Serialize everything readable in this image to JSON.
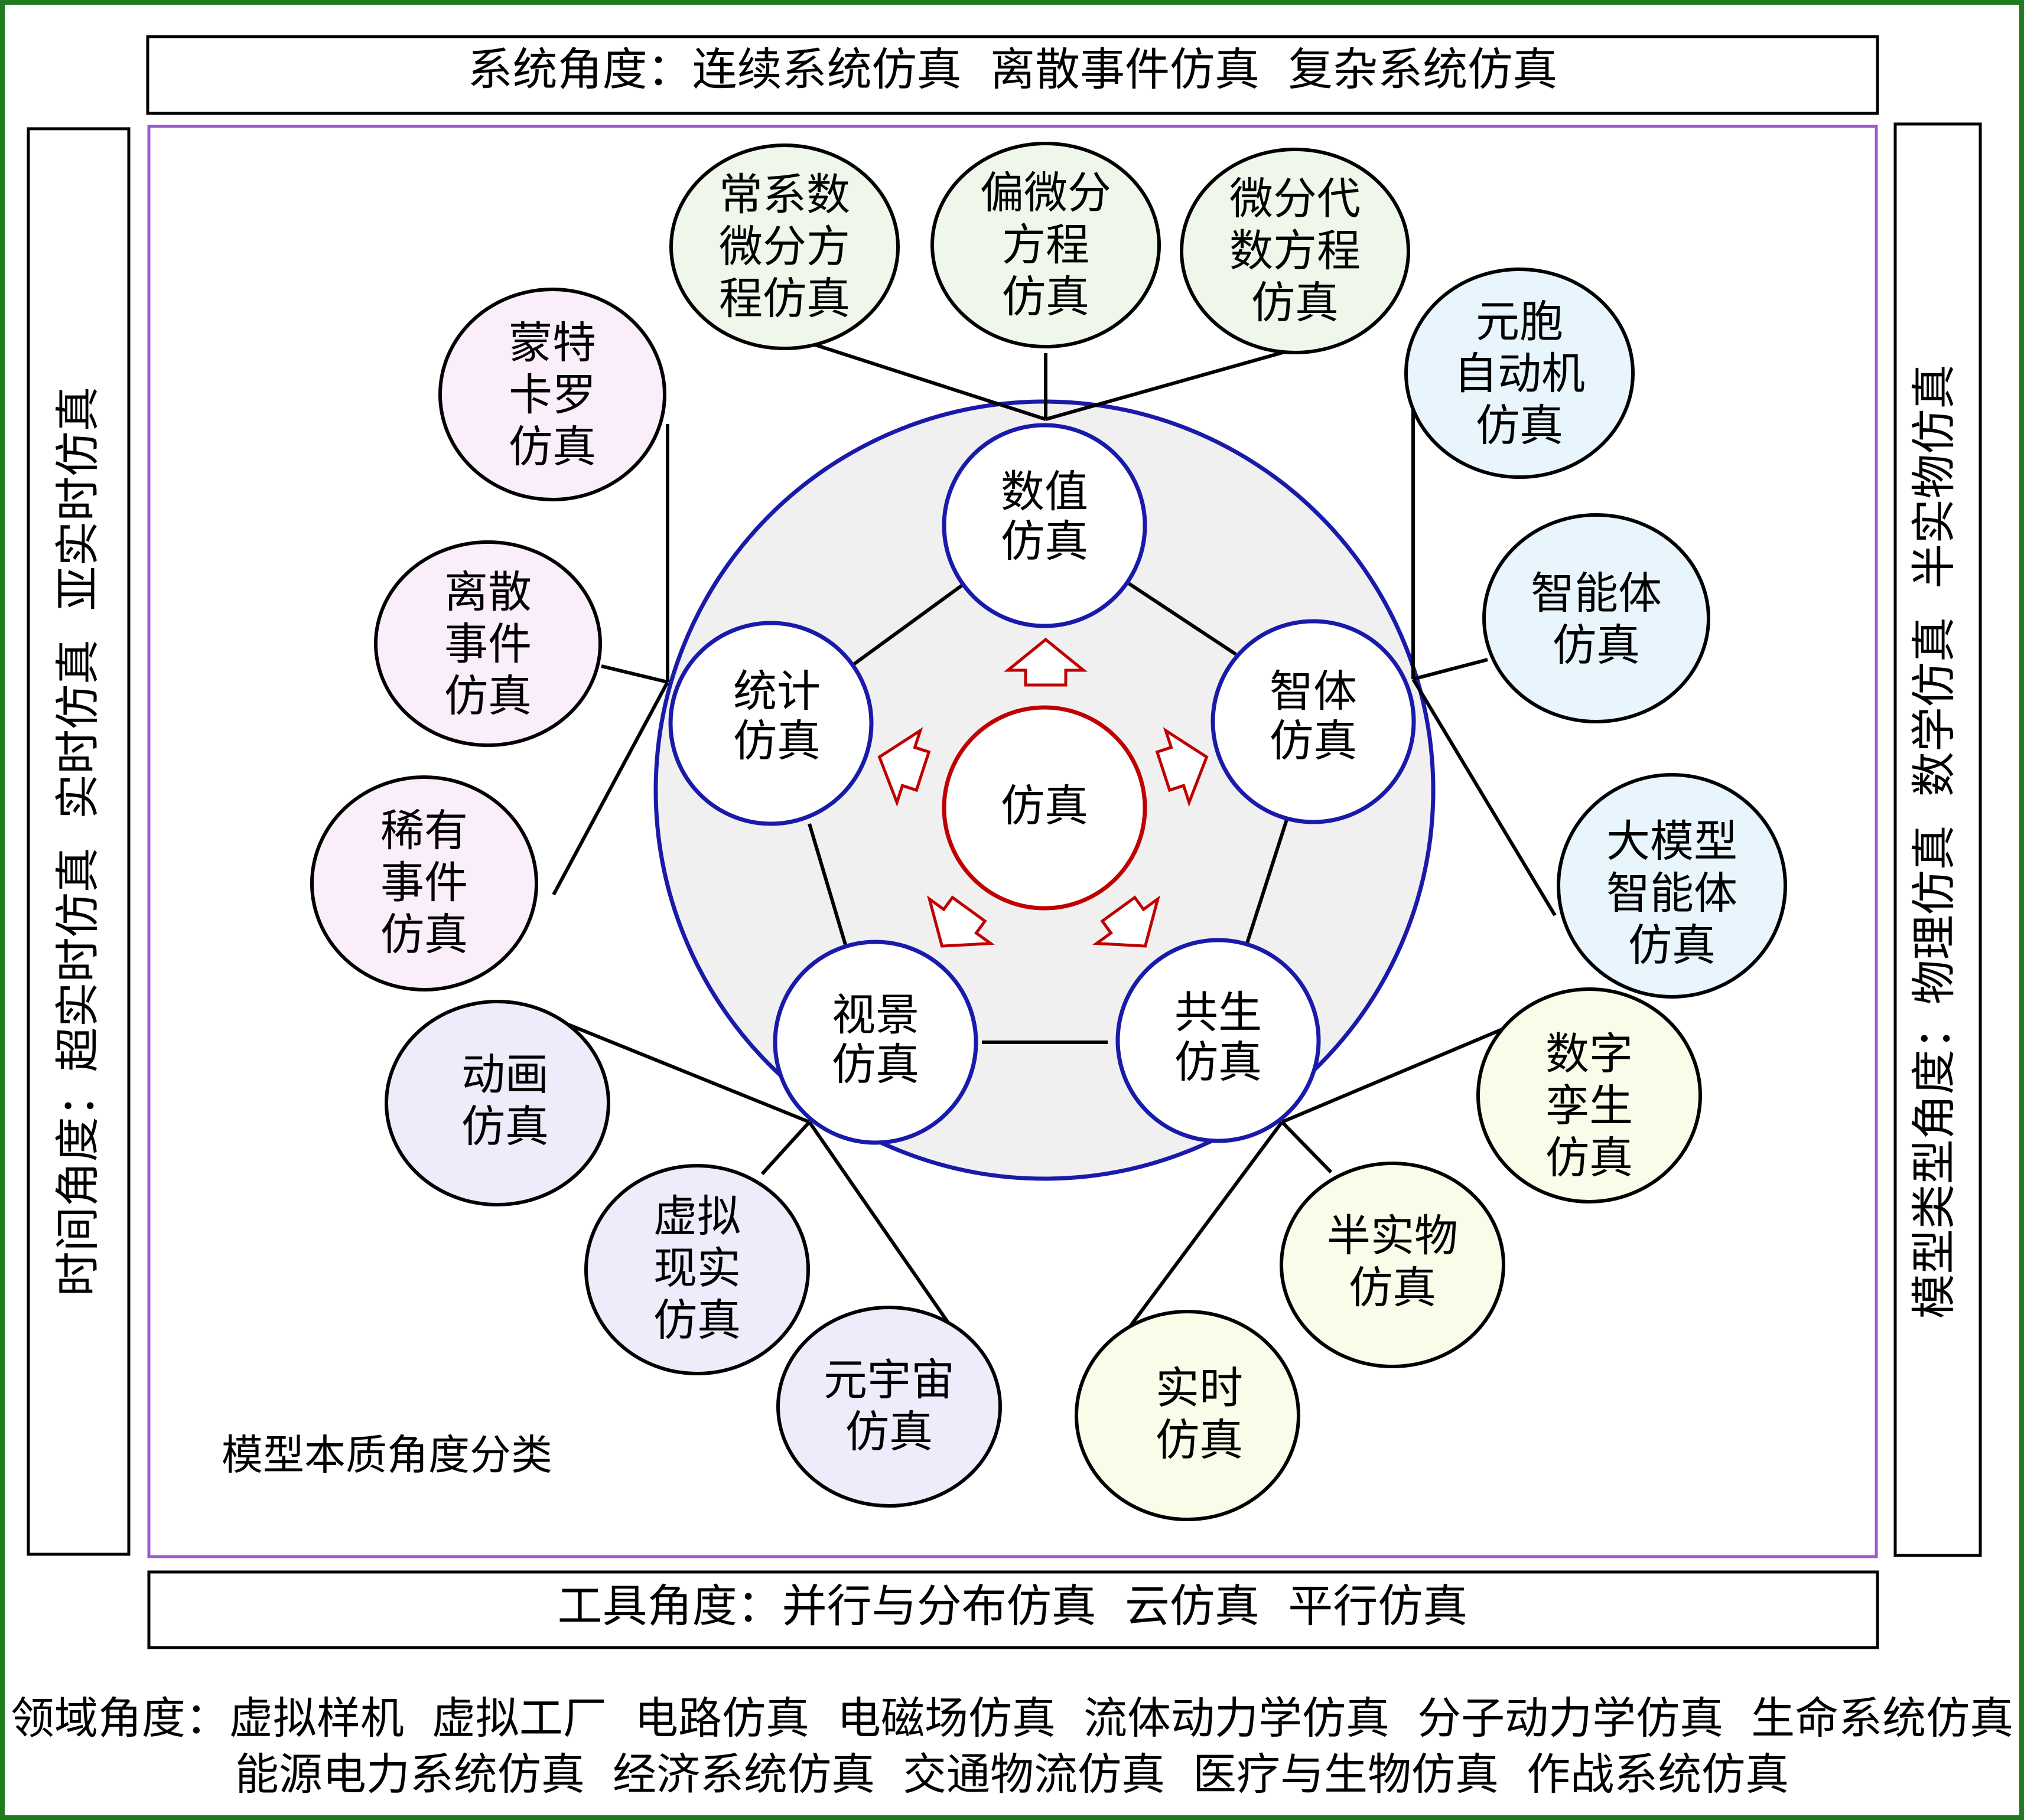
{
  "colors": {
    "outer_border": "#1f7a1f",
    "inner_frame": "#9b59d0",
    "big_circle": "#1a1aaa",
    "big_circle_fill": "#f0f0f0",
    "center_circle": "#c00000",
    "arrow_red": "#c00000",
    "green_fill": "#eef7ea",
    "pink_fill": "#fbeefb",
    "blue_fill": "#e9f5fc",
    "lavender_fill": "#ececfa",
    "yellow_fill": "#fbfbea"
  },
  "bands": {
    "top": "系统角度：连续系统仿真  离散事件仿真  复杂系统仿真",
    "bottom": "工具角度：并行与分布仿真  云仿真  平行仿真",
    "left": "时间角度：超实时仿真  实时仿真  亚实时仿真",
    "right": "模型类型角度：物理仿真  数学仿真  半实物仿真"
  },
  "domain": {
    "line1": "领域角度：虚拟样机  虚拟工厂  电路仿真  电磁场仿真  流体动力学仿真  分子动力学仿真  生命系统仿真",
    "line2": "能源电力系统仿真  经济系统仿真  交通物流仿真  医疗与生物仿真  作战系统仿真"
  },
  "model_essence_label": "模型本质角度分类",
  "center": {
    "lines": [
      "仿真"
    ]
  },
  "pentagon_nodes": {
    "numeric": {
      "lines": [
        "数值",
        "仿真"
      ]
    },
    "agent": {
      "lines": [
        "智体",
        "仿真"
      ]
    },
    "symbiotic": {
      "lines": [
        "共生",
        "仿真"
      ]
    },
    "visual": {
      "lines": [
        "视景",
        "仿真"
      ]
    },
    "statistical": {
      "lines": [
        "统计",
        "仿真"
      ]
    }
  },
  "outer_nodes": {
    "ode": {
      "lines": [
        "常系数",
        "微分方",
        "程仿真"
      ],
      "fill": "green"
    },
    "pde": {
      "lines": [
        "偏微分",
        "方程",
        "仿真"
      ],
      "fill": "green"
    },
    "dae": {
      "lines": [
        "微分代",
        "数方程",
        "仿真"
      ],
      "fill": "green"
    },
    "cellular": {
      "lines": [
        "元胞",
        "自动机",
        "仿真"
      ],
      "fill": "blue"
    },
    "intelligent_agent": {
      "lines": [
        "智能体",
        "仿真"
      ],
      "fill": "blue"
    },
    "llm_agent": {
      "lines": [
        "大模型",
        "智能体",
        "仿真"
      ],
      "fill": "blue"
    },
    "digital_twin": {
      "lines": [
        "数字",
        "孪生",
        "仿真"
      ],
      "fill": "yellow"
    },
    "hil": {
      "lines": [
        "半实物",
        "仿真"
      ],
      "fill": "yellow"
    },
    "realtime": {
      "lines": [
        "实时",
        "仿真"
      ],
      "fill": "yellow"
    },
    "metaverse": {
      "lines": [
        "元宇宙",
        "仿真"
      ],
      "fill": "lavender"
    },
    "vr": {
      "lines": [
        "虚拟",
        "现实",
        "仿真"
      ],
      "fill": "lavender"
    },
    "animation": {
      "lines": [
        "动画",
        "仿真"
      ],
      "fill": "lavender"
    },
    "rare_event": {
      "lines": [
        "稀有",
        "事件",
        "仿真"
      ],
      "fill": "pink"
    },
    "discrete_event": {
      "lines": [
        "离散",
        "事件",
        "仿真"
      ],
      "fill": "pink"
    },
    "monte_carlo": {
      "lines": [
        "蒙特",
        "卡罗",
        "仿真"
      ],
      "fill": "pink"
    }
  }
}
